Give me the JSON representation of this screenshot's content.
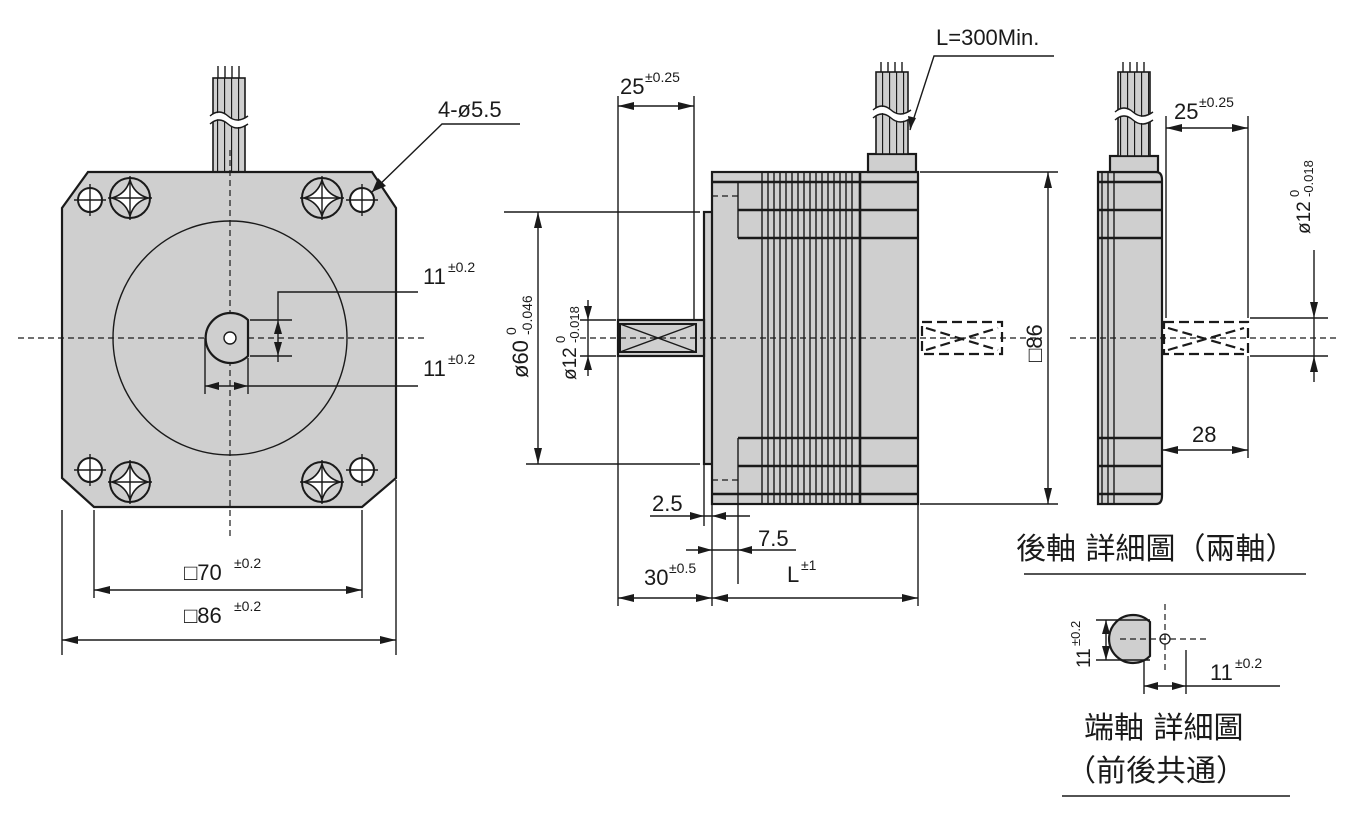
{
  "front_view": {
    "hole_spec": "4-ø5.5",
    "flat_dim_top": "11",
    "flat_dim_top_tol": "±0.2",
    "flat_dim_bottom": "11",
    "flat_dim_bottom_tol": "±0.2",
    "pitch": "□70",
    "pitch_tol": "±0.2",
    "flange": "□86",
    "flange_tol": "±0.2"
  },
  "side_view": {
    "lead_length": "L=300Min.",
    "shaft_len": "25",
    "shaft_len_tol": "±0.25",
    "pilot_dia": "ø60",
    "pilot_tol_upper": "0",
    "pilot_tol_lower": "-0.046",
    "shaft_dia": "ø12",
    "shaft_tol_upper": "0",
    "shaft_tol_lower": "-0.018",
    "square": "□86",
    "dim_25": "2.5",
    "dim_75": "7.5",
    "dim_30": "30",
    "dim_30_tol": "±0.5",
    "body_len": "L",
    "body_len_tol": "±1"
  },
  "rear_view": {
    "shaft_len": "25",
    "shaft_len_tol": "±0.25",
    "shaft_dia": "ø12",
    "shaft_tol_upper": "0",
    "shaft_tol_lower": "-0.018",
    "dim_28": "28",
    "caption": "後軸 詳細圖（兩軸）"
  },
  "end_view": {
    "vert_dim": "11",
    "vert_tol": "±0.2",
    "horiz_dim": "11",
    "horiz_tol": "±0.2",
    "caption_line1": "端軸 詳細圖",
    "caption_line2": "（前後共通）"
  }
}
